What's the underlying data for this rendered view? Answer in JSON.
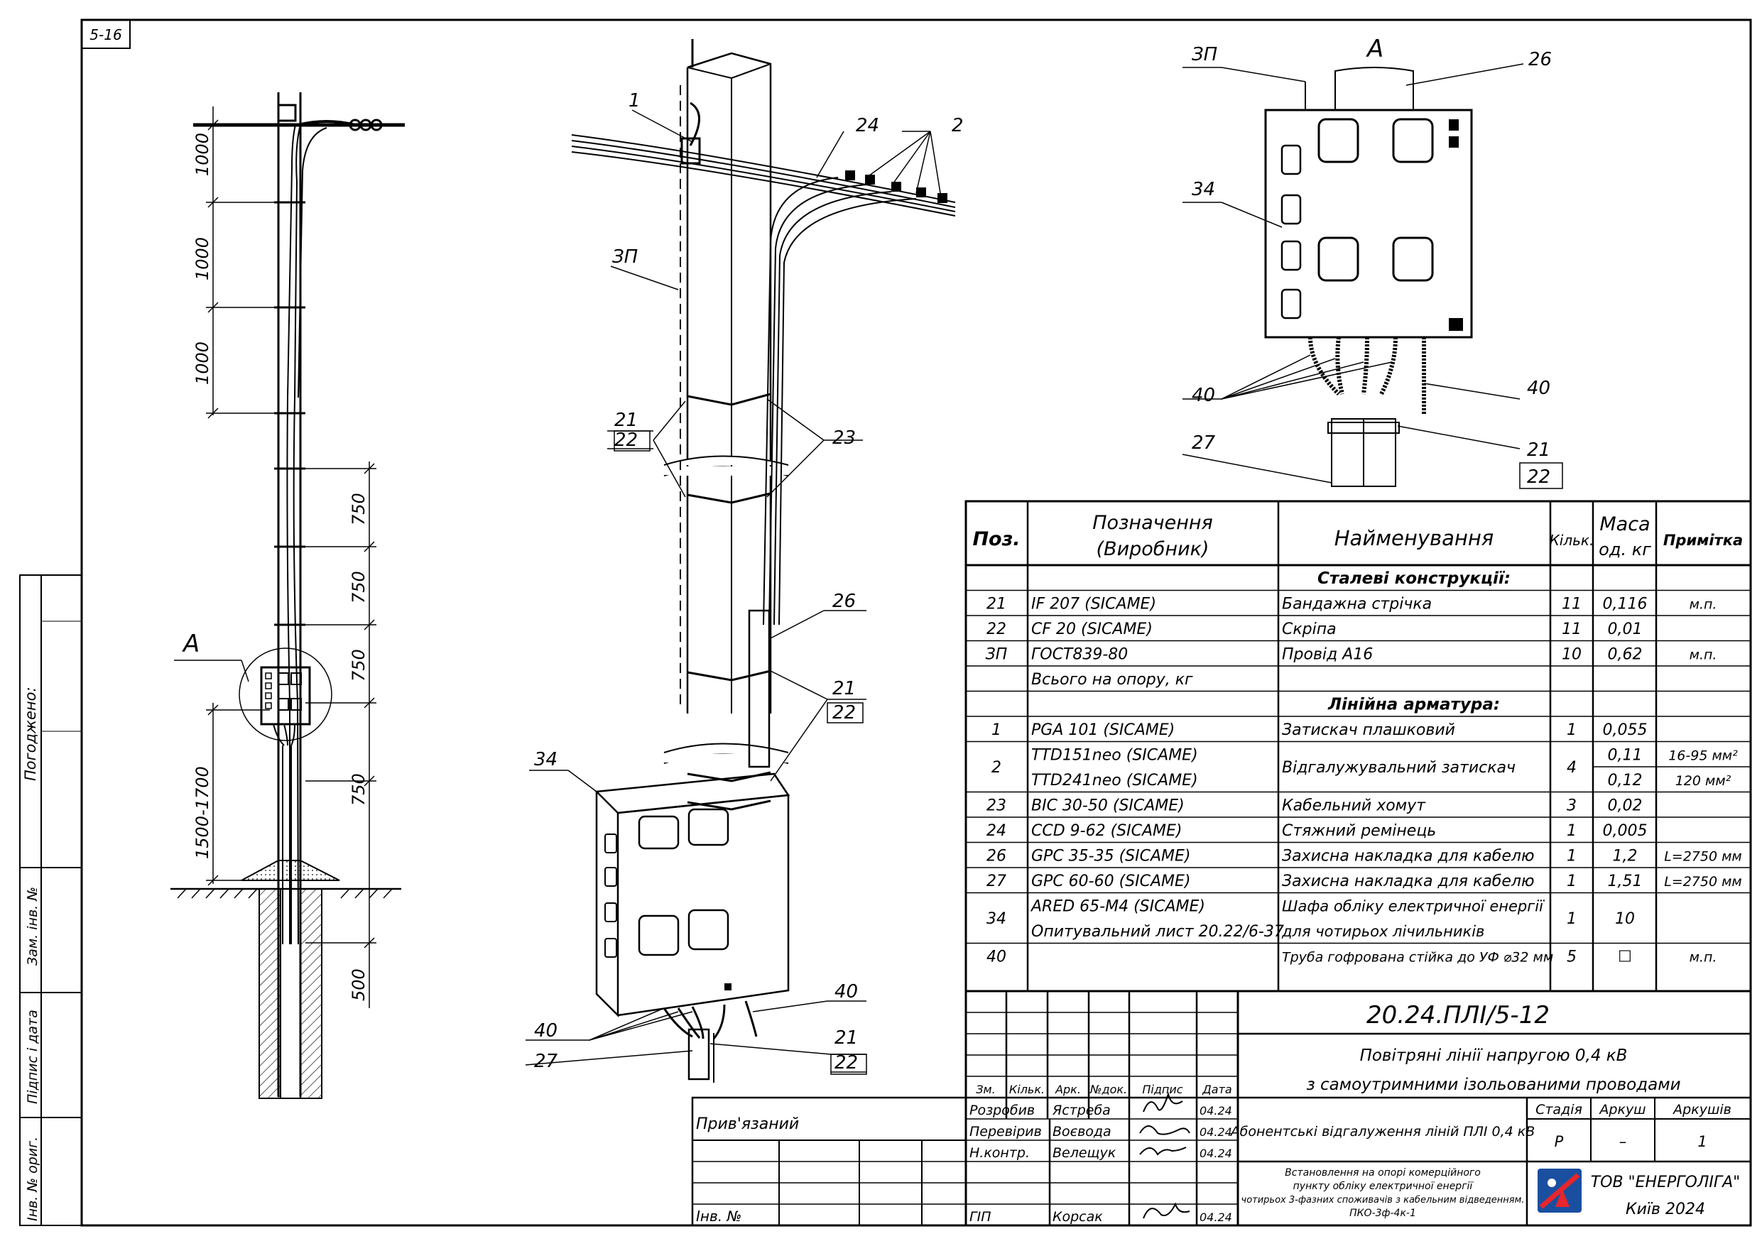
{
  "sheet_label": "5-16",
  "left_view": {
    "detail_marker": "A",
    "dims_upper": [
      "1000",
      "1000",
      "1000"
    ],
    "dims_lower": [
      "750",
      "750",
      "750",
      "750",
      "500"
    ],
    "dim_height": "1500-1700"
  },
  "side_stamp": {
    "agreed": "Погоджено:",
    "replace_inv": "Зам. інв. №",
    "sign_date": "Підпис і дата",
    "inv_orig": "Інв. № ориг."
  },
  "iso_view": {
    "labels": {
      "p1": "1",
      "p2": "2",
      "p24": "24",
      "zp": "ЗП",
      "p21a": "21",
      "p22a": "22",
      "p23": "23",
      "p26": "26",
      "p21b": "21",
      "p22b": "22",
      "p34": "34",
      "p40a": "40",
      "p27": "27",
      "p40b": "40",
      "p21c": "21",
      "p22c": "22"
    }
  },
  "detail_view": {
    "title": "A",
    "labels": {
      "zp": "ЗП",
      "p26": "26",
      "p34": "34",
      "p40a": "40",
      "p40b": "40",
      "p27": "27",
      "p21": "21",
      "p22": "22"
    }
  },
  "spec_table": {
    "headers": {
      "pos": "Поз.",
      "designation_1": "Позначення",
      "designation_2": "(Виробник)",
      "name": "Найменування",
      "qty": "Кільк.",
      "mass_1": "Маса",
      "mass_2": "од. кг",
      "note": "Примітка"
    },
    "rows": [
      {
        "pos": "",
        "des": "",
        "name": "Сталеві конструкції:",
        "qty": "",
        "mass": "",
        "note": "",
        "section": true
      },
      {
        "pos": "21",
        "des": "IF 207  (SICAME)",
        "name": "Бандажна стрічка",
        "qty": "11",
        "mass": "0,116",
        "note": "м.п."
      },
      {
        "pos": "22",
        "des": "CF 20  (SICAME)",
        "name": "Скріпа",
        "qty": "11",
        "mass": "0,01",
        "note": ""
      },
      {
        "pos": "ЗП",
        "des": "ГОСТ839-80",
        "name": "Провід А16",
        "qty": "10",
        "mass": "0,62",
        "note": "м.п."
      },
      {
        "pos": "",
        "des": "Всього на опору, кг",
        "name": "",
        "qty": "",
        "mass": "",
        "note": ""
      },
      {
        "pos": "",
        "des": "",
        "name": "Лінійна арматура:",
        "qty": "",
        "mass": "",
        "note": "",
        "section": true
      },
      {
        "pos": "1",
        "des": "PGA 101  (SICAME)",
        "name": "Затискач плашковий",
        "qty": "1",
        "mass": "0,055",
        "note": ""
      },
      {
        "pos": "2",
        "des": "TTD151neo  (SICAME)",
        "des2": "TTD241neo  (SICAME)",
        "name": "Відгалужувальний затискач",
        "qty": "4",
        "mass": "0,11",
        "mass2": "0,12",
        "note": "16-95 мм²",
        "note2": "120 мм²",
        "double": true
      },
      {
        "pos": "23",
        "des": "BIC 30-50  (SICAME)",
        "name": "Кабельний хомут",
        "qty": "3",
        "mass": "0,02",
        "note": ""
      },
      {
        "pos": "24",
        "des": "CCD 9-62  (SICAME)",
        "name": "Стяжний ремінець",
        "qty": "1",
        "mass": "0,005",
        "note": ""
      },
      {
        "pos": "26",
        "des": "GPC 35-35  (SICAME)",
        "name": "Захисна накладка для кабелю",
        "qty": "1",
        "mass": "1,2",
        "note": "L=2750 мм"
      },
      {
        "pos": "27",
        "des": "GPC 60-60  (SICAME)",
        "name": "Захисна накладка для кабелю",
        "qty": "1",
        "mass": "1,51",
        "note": "L=2750 мм"
      },
      {
        "pos": "34",
        "des": "ARED 65-M4  (SICAME)",
        "des2": "Опитувальний лист 20.22/6-37",
        "name": "Шафа обліку електричної енергії",
        "name2": "для чотирьох лічильників",
        "qty": "1",
        "mass": "10",
        "note": "",
        "double": true
      },
      {
        "pos": "40",
        "des": "",
        "name": "Труба гофрована стійка до УФ ⌀32 мм",
        "qty": "5",
        "mass": "☐",
        "note": "м.п."
      }
    ]
  },
  "title_block": {
    "code": "20.24.ПЛІ/5-12",
    "line1": "Повітряні лінії напругою 0,4 кВ",
    "line2": "з самоутримними ізольованими проводами",
    "col_headers": [
      "Зм.",
      "Кільк.",
      "Арк.",
      "№док.",
      "Підпис",
      "Дата"
    ],
    "staff": [
      {
        "role": "Розробив",
        "name": "Ястреба",
        "date": "04.24"
      },
      {
        "role": "Перевірив",
        "name": "Воєвода",
        "date": "04.24"
      },
      {
        "role": "Н.контр.",
        "name": "Велещук",
        "date": "04.24"
      },
      {
        "role": "ГІП",
        "name": "Корсак",
        "date": "04.24"
      }
    ],
    "subject": "Абонентські відгалуження ліній ПЛІ 0,4 кВ",
    "stage_header": "Стадія",
    "sheet_header": "Аркуш",
    "sheets_header": "Аркушів",
    "stage": "Р",
    "sheet": "–",
    "sheets": "1",
    "desc": [
      "Встановлення на опорі комерційного",
      "пункту обліку електричної енергії",
      "чотирьох 3-фазних споживачів з кабельним відведенням.",
      "ПКО-3ф-4к-1"
    ],
    "company": "ТОВ \"ЕНЕРГОЛІГА\"",
    "city_year": "Київ 2024",
    "linked": "Прив'язаний",
    "inv_no": "Інв. №"
  }
}
